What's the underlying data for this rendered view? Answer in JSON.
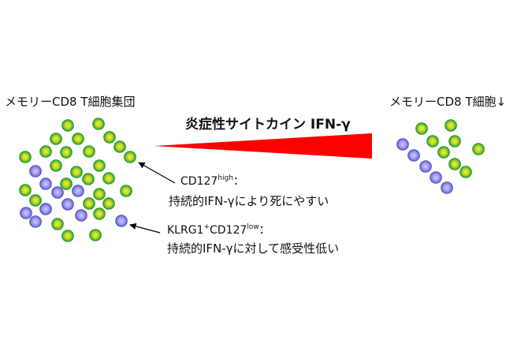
{
  "titles": {
    "left": "メモリーCD8 T細胞集団",
    "right": "メモリーCD8 T細胞↓",
    "center": "炎症性サイトカイン IFN-γ"
  },
  "annotations": {
    "cd127_high": {
      "marker_base": "CD127",
      "marker_sup": "high",
      "suffix": "：",
      "description": "持続的IFN-γにより死にやすい"
    },
    "klrg1_cd127_low": {
      "marker_a": "KLRG1",
      "marker_a_sup": "+",
      "marker_b": "CD127",
      "marker_b_sup": "low",
      "suffix": "：",
      "description": "持続的IFN-γに対して感受性低い"
    }
  },
  "colors": {
    "green_cell_center": "#f2ea2e",
    "green_cell_edge": "#1d9e2a",
    "purple_cell_center": "#b9b6ff",
    "purple_cell_edge": "#5a55c8",
    "gradient_wedge": "#ff0000",
    "arrow": "#000000"
  },
  "legend_cells": {
    "green": "CD127high cell",
    "purple": "KLRG1+CD127low cell"
  }
}
